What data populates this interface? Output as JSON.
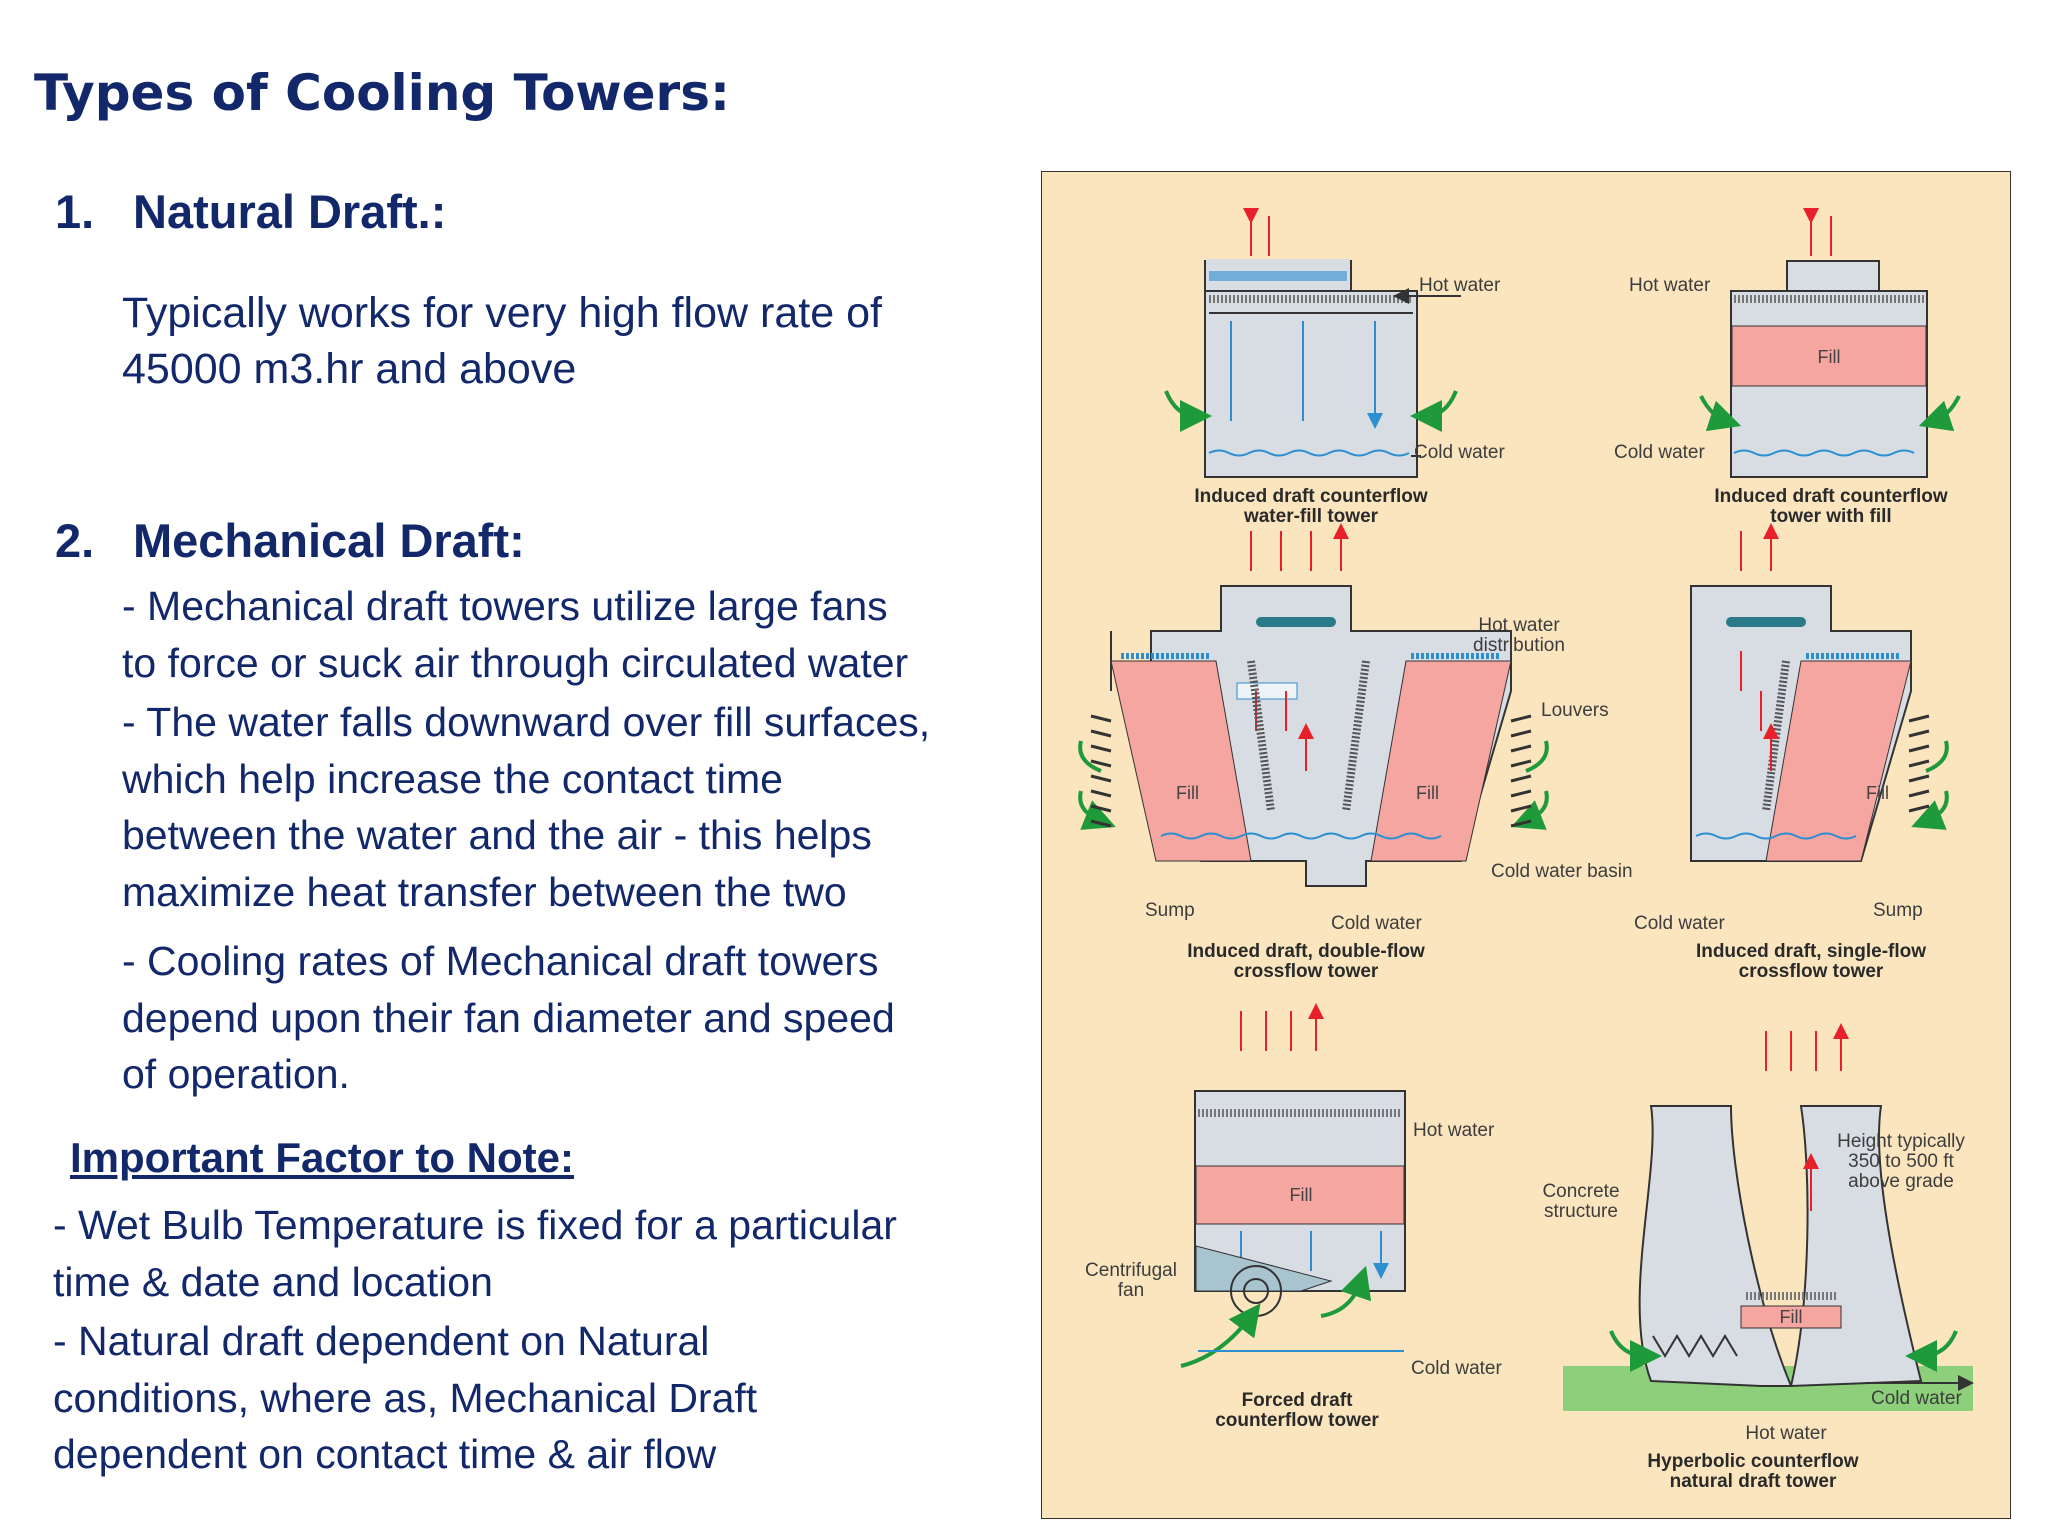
{
  "title": "Types of Cooling Towers:",
  "section1": {
    "number": "1.",
    "heading": "Natural Draft.:",
    "lines": [
      "Typically works for very high flow rate of",
      "45000 m3.hr and above"
    ]
  },
  "section2": {
    "number": "2.",
    "heading": "Mechanical Draft:",
    "bullets": [
      [
        "- Mechanical draft towers utilize large fans",
        "to force or suck air through  circulated water"
      ],
      [
        "- The water falls downward  over fill surfaces,",
        "which help increase the contact time",
        "between the water and the air - this helps",
        "maximize  heat transfer between the two"
      ],
      [
        "- Cooling rates of Mechanical draft towers",
        "depend upon their fan diameter and speed",
        "of operation."
      ]
    ]
  },
  "important": {
    "heading": "Important Factor to Note:",
    "bullets": [
      [
        "- Wet Bulb Temperature is fixed for a particular",
        "time & date and location"
      ],
      [
        "- Natural  draft dependent  on Natural",
        "conditions, where as, Mechanical Draft",
        "dependent  on contact time & air flow"
      ]
    ]
  },
  "diagram": {
    "colors": {
      "panel_bg": "#fbe5bf",
      "tower_gray": "#d8dde3",
      "fill_pink": "#f5a6a0",
      "arrow_red": "#e8202a",
      "arrow_green": "#1f9a3a",
      "water_blue": "#2b8fd0",
      "ground_green": "#8dcf7a"
    },
    "towers": [
      {
        "caption": [
          "Induced draft counterflow",
          "water-fill tower"
        ],
        "labels": {
          "hot": "Hot water",
          "cold": "Cold water"
        }
      },
      {
        "caption": [
          "Induced draft counterflow",
          "tower with fill"
        ],
        "labels": {
          "hot": "Hot water",
          "cold": "Cold water",
          "fill": "Fill"
        }
      },
      {
        "caption": [
          "Induced draft, double-flow",
          "crossflow tower"
        ],
        "labels": {
          "hot_dist": [
            "Hot water",
            "distribution"
          ],
          "louvers": "Louvers",
          "fill": "Fill",
          "basin": "Cold water basin",
          "sump": "Sump",
          "cold": "Cold water"
        }
      },
      {
        "caption": [
          "Induced draft, single-flow",
          "crossflow tower"
        ],
        "labels": {
          "fill": "Fill",
          "sump": "Sump",
          "cold": "Cold water"
        }
      },
      {
        "caption": [
          "Forced draft",
          "counterflow tower"
        ],
        "labels": {
          "hot": "Hot water",
          "fill": "Fill",
          "fan": [
            "Centrifugal",
            "fan"
          ],
          "cold": "Cold water"
        }
      },
      {
        "caption": [
          "Hyperbolic counterflow",
          "natural draft tower"
        ],
        "labels": {
          "height": [
            "Height typically",
            "350 to 500 ft",
            "above grade"
          ],
          "concrete": [
            "Concrete",
            "structure"
          ],
          "fill": "Fill",
          "cold": "Cold water",
          "hot": "Hot water"
        }
      }
    ]
  }
}
